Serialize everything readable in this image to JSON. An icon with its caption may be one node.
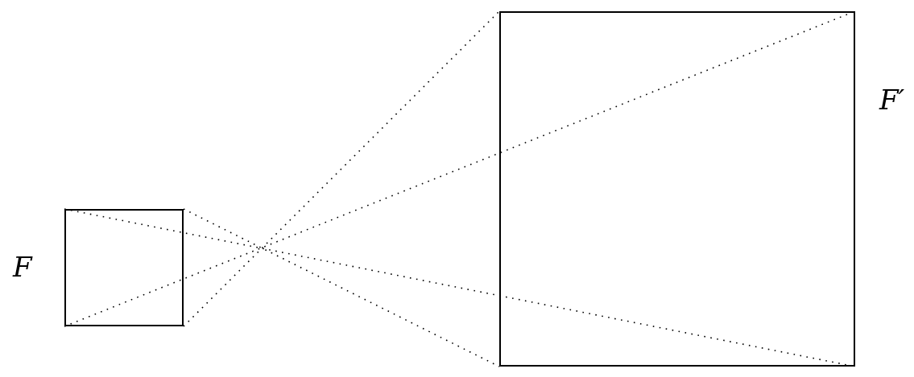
{
  "diagram": {
    "nodes": [
      {
        "text": [
          "F"
        ]
      },
      {
        "text": [
          "F′"
        ]
      }
    ],
    "edges": [
      {
        "from": 0,
        "to": 1,
        "arrow": "none",
        "style": "dashed"
      },
      {
        "from": 0,
        "to": 1,
        "arrow": "none",
        "style": "dashed"
      },
      {
        "from": 0,
        "to": 1,
        "arrow": "none",
        "style": "dashed"
      },
      {
        "from": 0,
        "to": 1,
        "arrow": "none",
        "style": "dashed"
      }
    ]
  }
}
